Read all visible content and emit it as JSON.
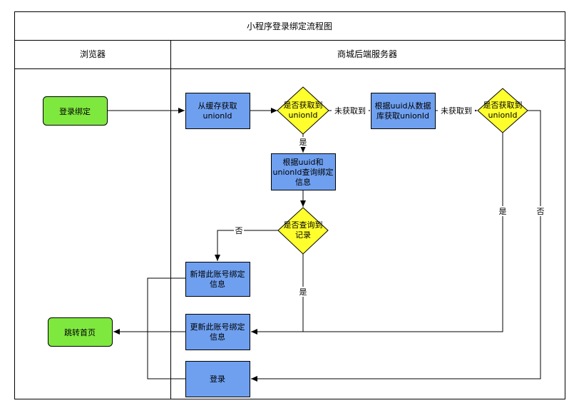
{
  "diagram": {
    "title": "小程序登录绑定流程图",
    "lanes": {
      "browser": "浏览器",
      "server": "商城后端服务器"
    },
    "nodes": {
      "login_bind": "登录绑定",
      "get_cache": [
        "从缓存获取",
        "unionId"
      ],
      "check_cache": [
        "是否获取到",
        "unionId"
      ],
      "get_db": [
        "根据uuid从数据",
        "库获取unionId"
      ],
      "check_db": [
        "是否获取到",
        "unionId"
      ],
      "query_binding": [
        "根据uuid和",
        "unionId查询绑定",
        "信息"
      ],
      "check_record": [
        "是否查询到",
        "记录"
      ],
      "add_binding": [
        "新增此账号绑定",
        "信息"
      ],
      "update_binding": [
        "更新此账号绑定",
        "信息"
      ],
      "home": "跳转首页",
      "login": "登录"
    },
    "edge_labels": {
      "not_found_1": "未获取到",
      "not_found_2": "未获取到",
      "yes_cache": "是",
      "no_record": "否",
      "yes_record": "是",
      "yes_db": "是",
      "no_db": "否"
    }
  },
  "colors": {
    "process": "#6fa0f0",
    "terminal": "#7fe83f",
    "decision": "#ffff2e"
  }
}
